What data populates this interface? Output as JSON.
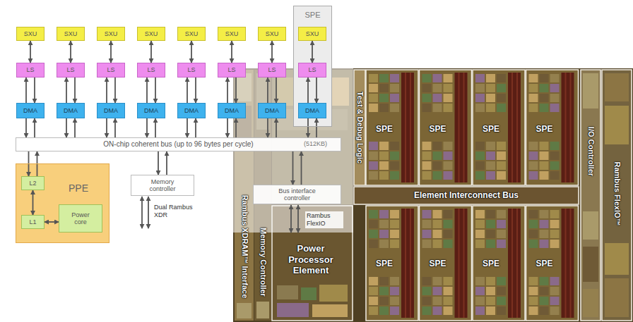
{
  "diagram": {
    "nodes": [
      {
        "text": [
          "SPE"
        ]
      },
      {
        "text": [
          "SXU"
        ]
      },
      {
        "text": [
          "SXU"
        ]
      },
      {
        "text": [
          "SXU"
        ]
      },
      {
        "text": [
          "SXU"
        ]
      },
      {
        "text": [
          "SXU"
        ]
      },
      {
        "text": [
          "SXU"
        ]
      },
      {
        "text": [
          "SXU"
        ]
      },
      {
        "text": [
          "SXU"
        ],
        "in": 0
      },
      {
        "text": [
          "LS"
        ]
      },
      {
        "text": [
          "LS"
        ]
      },
      {
        "text": [
          "LS"
        ]
      },
      {
        "text": [
          "LS"
        ]
      },
      {
        "text": [
          "LS"
        ]
      },
      {
        "text": [
          "LS"
        ]
      },
      {
        "text": [
          "LS"
        ]
      },
      {
        "text": [
          "LS"
        ],
        "in": 0
      },
      {
        "text": [
          "DMA"
        ]
      },
      {
        "text": [
          "DMA"
        ]
      },
      {
        "text": [
          "DMA"
        ]
      },
      {
        "text": [
          "DMA"
        ]
      },
      {
        "text": [
          "DMA"
        ]
      },
      {
        "text": [
          "DMA"
        ]
      },
      {
        "text": [
          "DMA"
        ]
      },
      {
        "text": [
          "DMA"
        ],
        "in": 0
      },
      {
        "text": [
          "ON-chip coherent bus (up to 96 bytes per cycle)"
        ]
      },
      {
        "text": [
          "PPE"
        ]
      },
      {
        "text": [
          "L2"
        ],
        "in": 26
      },
      {
        "text": [
          "L1"
        ],
        "in": 26
      },
      {
        "text": [
          "Power core"
        ],
        "in": 26
      },
      {
        "text": [
          "Memory controller"
        ]
      },
      {
        "text": [
          "Bus interface controller"
        ]
      }
    ],
    "edges": [
      {
        "from": 1,
        "to": 9,
        "arrow": "both"
      },
      {
        "from": 2,
        "to": 10,
        "arrow": "both"
      },
      {
        "from": 3,
        "to": 11,
        "arrow": "both"
      },
      {
        "from": 4,
        "to": 12,
        "arrow": "both"
      },
      {
        "from": 5,
        "to": 13,
        "arrow": "both"
      },
      {
        "from": 6,
        "to": 14,
        "arrow": "both"
      },
      {
        "from": 7,
        "to": 15,
        "arrow": "both"
      },
      {
        "from": 8,
        "to": 16,
        "arrow": "both"
      },
      {
        "from": 17,
        "to": 9,
        "arrow": "to"
      },
      {
        "from": 9,
        "to": 17,
        "arrow": "to"
      },
      {
        "from": 18,
        "to": 10,
        "arrow": "to"
      },
      {
        "from": 10,
        "to": 18,
        "arrow": "to"
      },
      {
        "from": 19,
        "to": 11,
        "arrow": "to"
      },
      {
        "from": 11,
        "to": 19,
        "arrow": "to"
      },
      {
        "from": 20,
        "to": 12,
        "arrow": "to"
      },
      {
        "from": 12,
        "to": 20,
        "arrow": "to"
      },
      {
        "from": 21,
        "to": 13,
        "arrow": "to"
      },
      {
        "from": 13,
        "to": 21,
        "arrow": "to"
      },
      {
        "from": 22,
        "to": 14,
        "arrow": "to"
      },
      {
        "from": 14,
        "to": 22,
        "arrow": "to"
      },
      {
        "from": 23,
        "to": 15,
        "arrow": "to"
      },
      {
        "from": 15,
        "to": 23,
        "arrow": "to"
      },
      {
        "from": 24,
        "to": 16,
        "arrow": "to"
      },
      {
        "from": 16,
        "to": 24,
        "arrow": "to"
      },
      {
        "from": 17,
        "to": 25,
        "arrow": "to"
      },
      {
        "from": 25,
        "to": 17,
        "arrow": "to"
      },
      {
        "from": 18,
        "to": 25,
        "arrow": "to"
      },
      {
        "from": 25,
        "to": 18,
        "arrow": "to"
      },
      {
        "from": 19,
        "to": 25,
        "arrow": "to"
      },
      {
        "from": 25,
        "to": 19,
        "arrow": "to"
      },
      {
        "from": 20,
        "to": 25,
        "arrow": "to"
      },
      {
        "from": 25,
        "to": 20,
        "arrow": "to"
      },
      {
        "from": 21,
        "to": 25,
        "arrow": "to"
      },
      {
        "from": 25,
        "to": 21,
        "arrow": "to"
      },
      {
        "from": 22,
        "to": 25,
        "arrow": "to"
      },
      {
        "from": 25,
        "to": 22,
        "arrow": "to"
      },
      {
        "from": 23,
        "to": 25,
        "arrow": "to"
      },
      {
        "from": 25,
        "to": 23,
        "arrow": "to"
      },
      {
        "from": 24,
        "to": 25,
        "arrow": "to"
      },
      {
        "from": 25,
        "to": 24,
        "arrow": "to"
      },
      {
        "from": 25,
        "to": 27,
        "arrow": "to"
      },
      {
        "from": 27,
        "to": 25,
        "arrow": "to"
      },
      {
        "from": 27,
        "to": 28,
        "arrow": "both"
      },
      {
        "from": 28,
        "to": 29,
        "arrow": "both"
      },
      {
        "from": 25,
        "to": 30,
        "arrow": "to"
      },
      {
        "from": 30,
        "to": 25,
        "arrow": "to"
      },
      {
        "from": 25,
        "to": 31,
        "arrow": "to"
      },
      {
        "from": 31,
        "to": 25,
        "arrow": "to"
      }
    ],
    "labels": [
      "Dual Rambus XDR",
      "Rambus FlexIO",
      "(512KB)",
      "Test & Debug Logic",
      "SPE",
      "SPE",
      "SPE",
      "SPE",
      "Element Interconnect Bus",
      "SPE",
      "SPE",
      "SPE",
      "SPE",
      "I/O Controller",
      "Rambus FlexIO™",
      "Rambus XDRAM™ Interface",
      "Memory Controller",
      "Power Processor Element"
    ]
  }
}
